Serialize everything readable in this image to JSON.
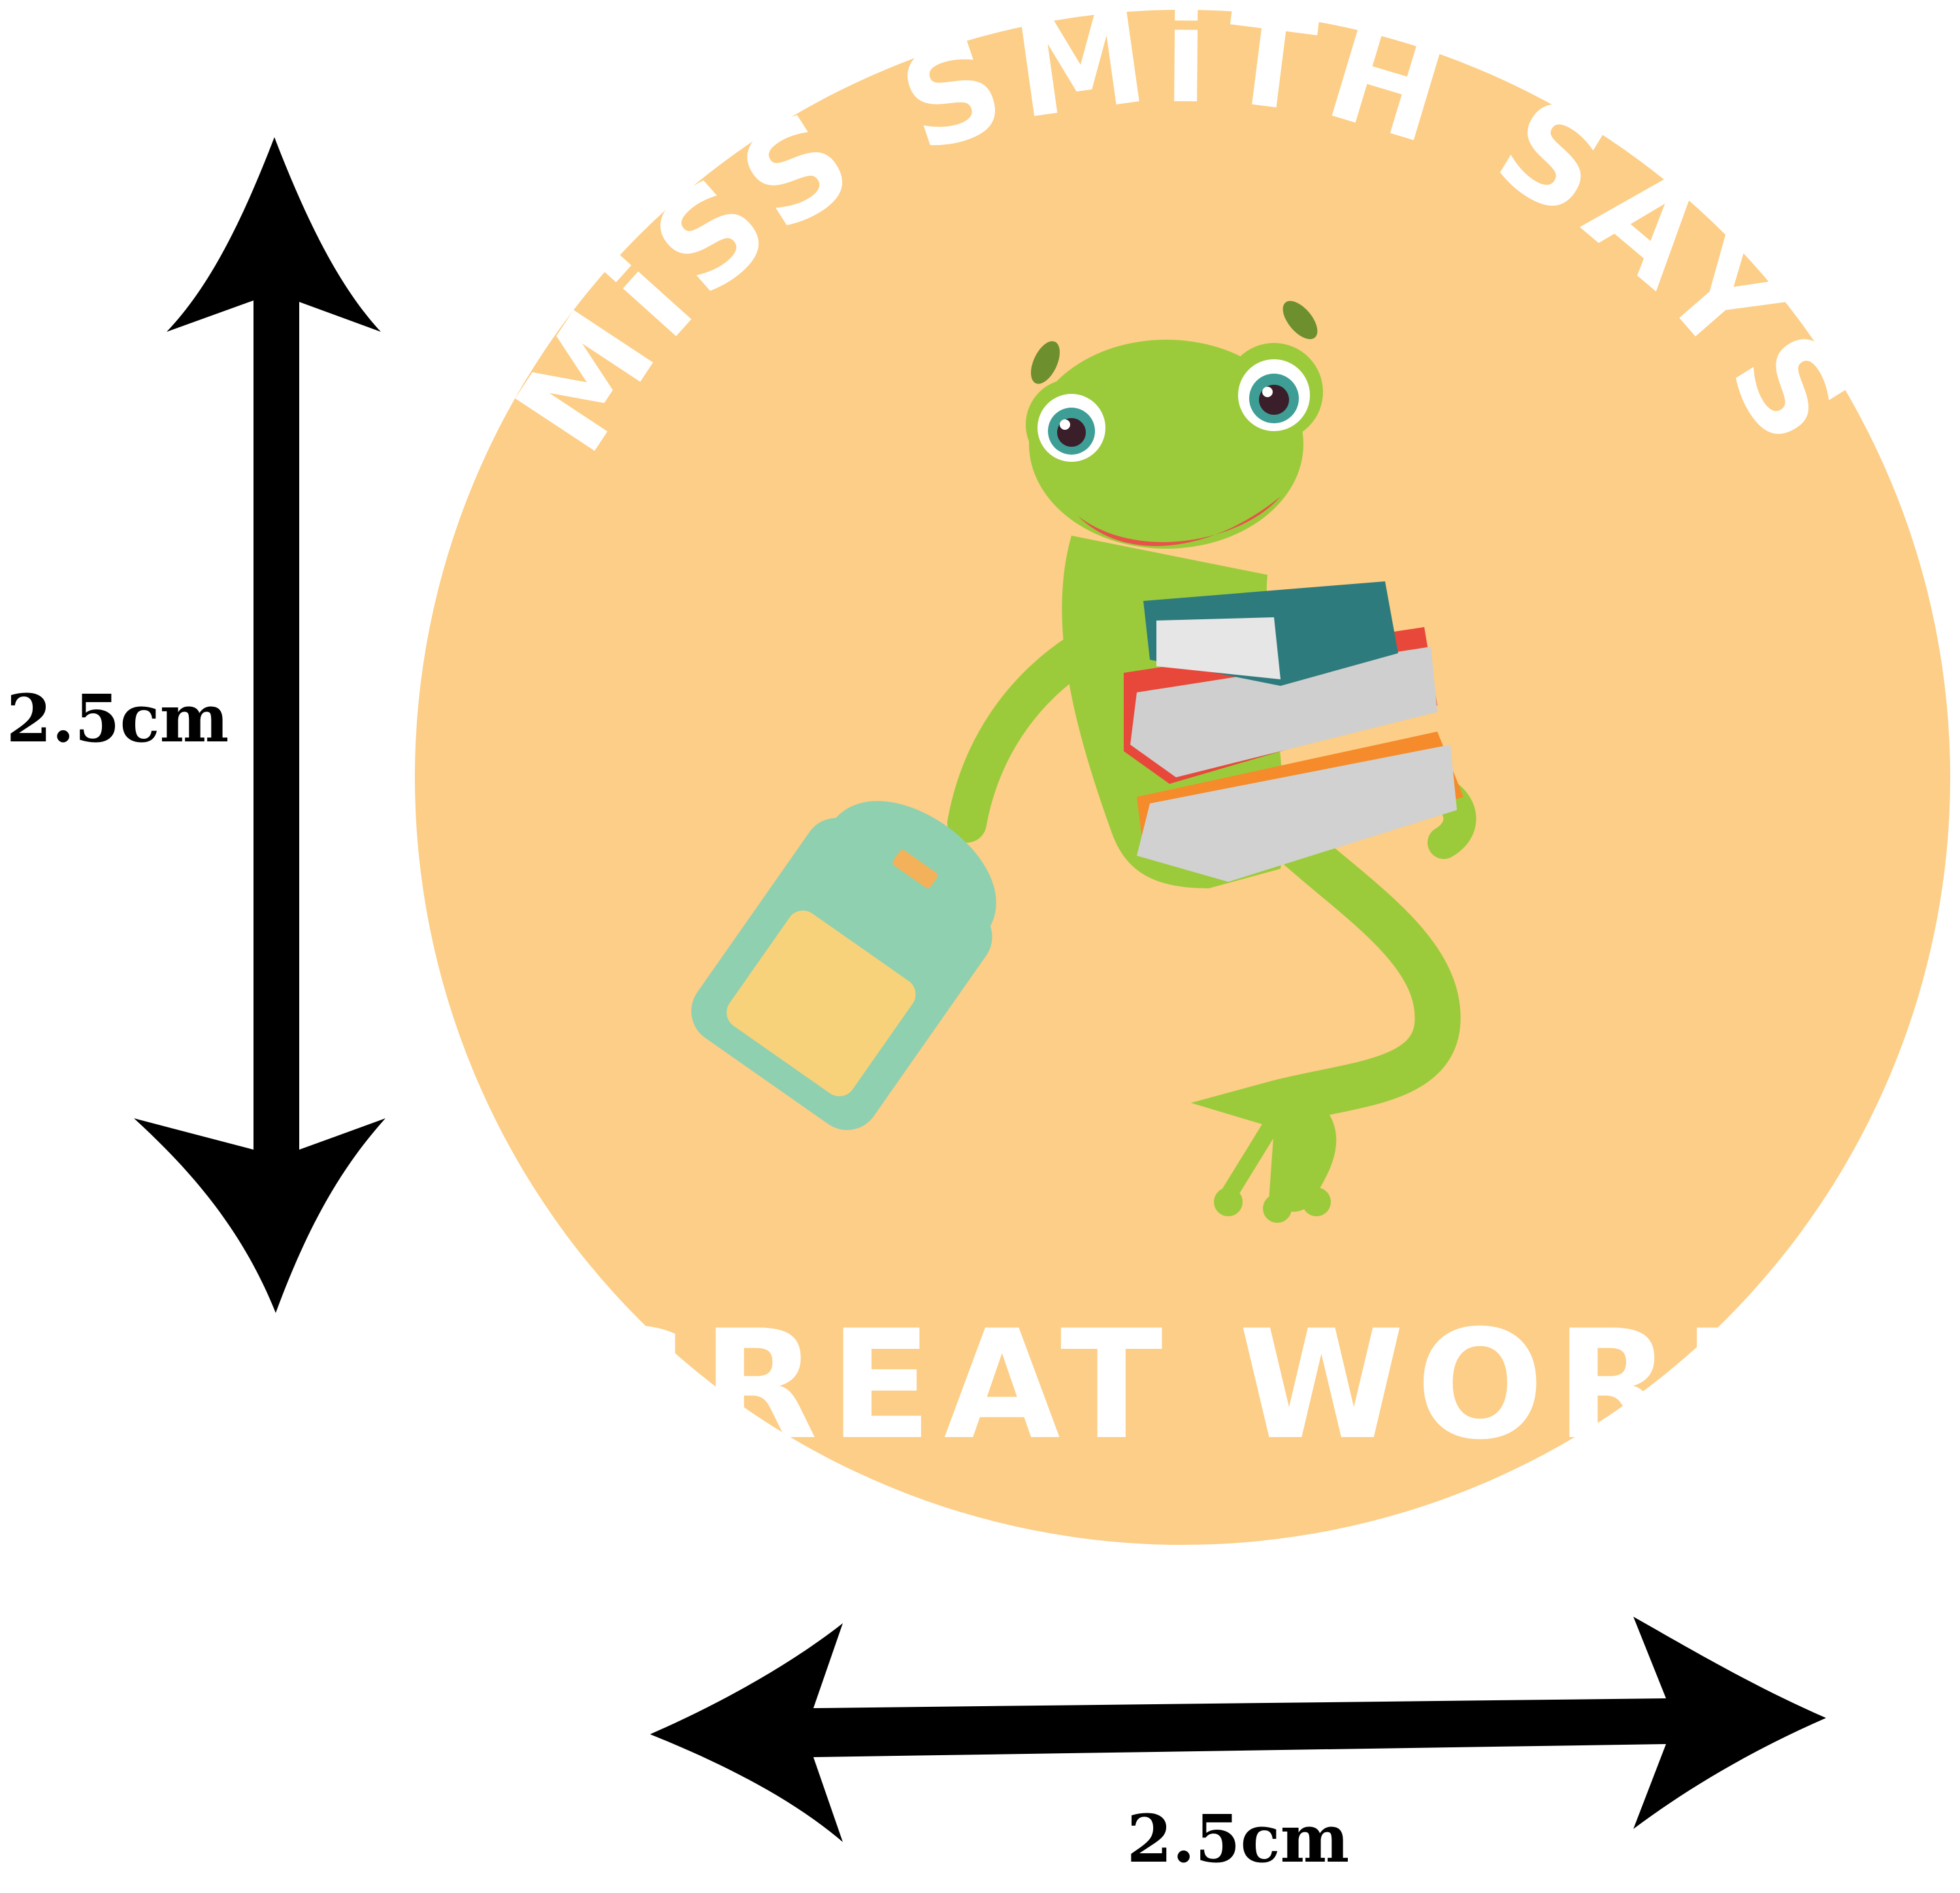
{
  "sticker": {
    "top_text": "MiSS SMiTH SAYS",
    "bottom_text": "GREAT WORK",
    "background_color": "#FCCE87",
    "text_color": "#FFFFFF"
  },
  "dimensions": {
    "height_label": "2.5cm",
    "width_label": "2.5cm",
    "arrow_color": "#000000"
  },
  "illustration": {
    "character": "frog",
    "items": [
      "backpack",
      "book-stack"
    ]
  }
}
